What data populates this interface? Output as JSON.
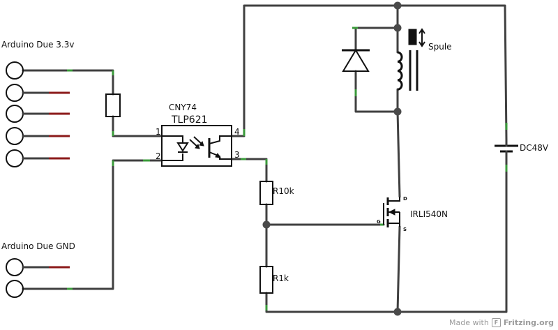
{
  "labels": {
    "arduino_33v": "Arduino Due 3.3v",
    "arduino_gnd": "Arduino Due GND",
    "optocoupler_model": "CNY74",
    "optocoupler_name": "TLP621",
    "pin_1": "1",
    "pin_2": "2",
    "pin_3": "3",
    "pin_4": "4",
    "coil": "Spule",
    "supply": "DC48V",
    "r_top": "R10k",
    "r_bottom": "R1k",
    "mosfet": "IRLI540N",
    "mosfet_d": "D",
    "mosfet_g": "G",
    "mosfet_s": "S"
  },
  "footer": {
    "made_with": "Made with",
    "logo_glyph": "F",
    "brand": "Fritzing.org"
  },
  "icons": {
    "coil_indicator": "double-arrow-icon"
  }
}
